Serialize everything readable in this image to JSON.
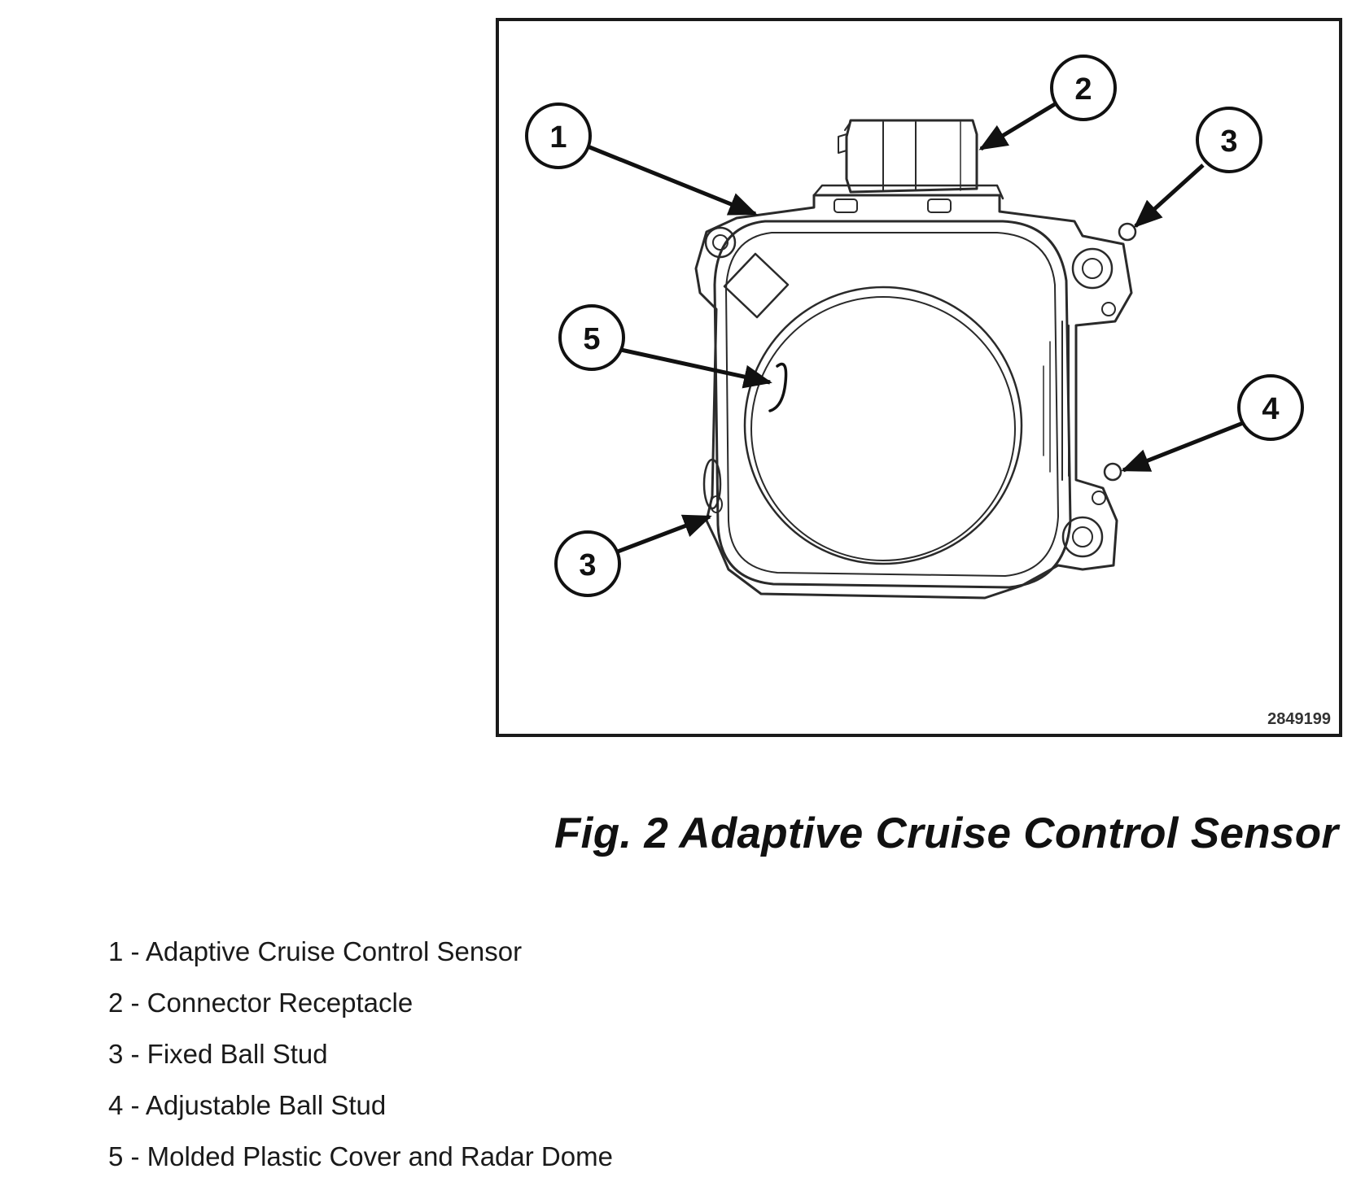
{
  "figure": {
    "number_code": "2849199",
    "callouts": [
      {
        "label": "1",
        "target": "Adaptive Cruise Control Sensor"
      },
      {
        "label": "2",
        "target": "Connector Receptacle"
      },
      {
        "label": "3",
        "target": "Fixed Ball Stud"
      },
      {
        "label": "3",
        "target": "Fixed Ball Stud"
      },
      {
        "label": "4",
        "target": "Adjustable Ball Stud"
      },
      {
        "label": "5",
        "target": "Molded Plastic Cover and Radar Dome"
      }
    ]
  },
  "caption": "Fig. 2 Adaptive Cruise Control Sensor",
  "legend": [
    "1 - Adaptive Cruise Control Sensor",
    "2 - Connector Receptacle",
    "3 - Fixed Ball Stud",
    "4 - Adjustable Ball Stud",
    "5 - Molded Plastic Cover and Radar Dome"
  ]
}
